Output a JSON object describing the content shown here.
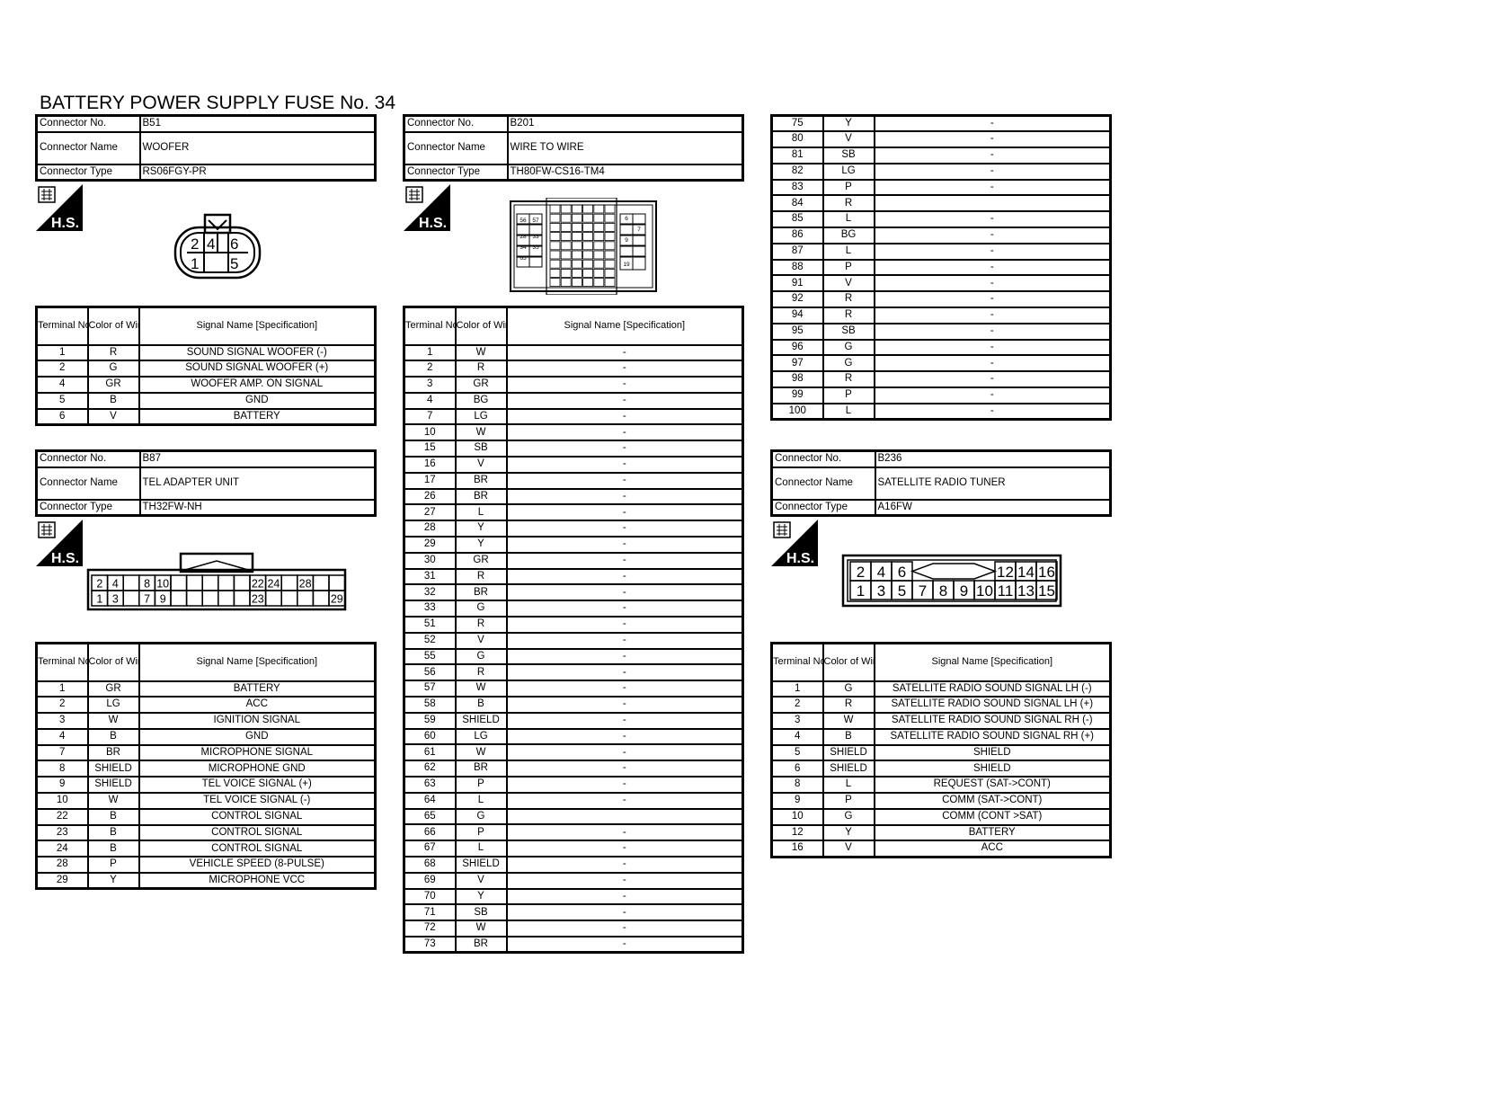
{
  "title": "BATTERY POWER SUPPLY FUSE No. 34",
  "labels": {
    "connector_no": "Connector No.",
    "connector_name": "Connector Name",
    "connector_type": "Connector Type",
    "terminal_no": "Terminal No.",
    "color_of_wire": "Color of Wire",
    "signal_name": "Signal Name [Specification]",
    "hs": "H.S."
  },
  "connectors": {
    "b51": {
      "no": "B51",
      "name": "WOOFER",
      "type": "RS06FGY-PR",
      "pins": [
        "2",
        "4",
        "6",
        "1",
        "5"
      ],
      "rows": [
        [
          "1",
          "R",
          "SOUND SIGNAL WOOFER (-)"
        ],
        [
          "2",
          "G",
          "SOUND SIGNAL WOOFER (+)"
        ],
        [
          "4",
          "GR",
          "WOOFER AMP. ON SIGNAL"
        ],
        [
          "5",
          "B",
          "GND"
        ],
        [
          "6",
          "V",
          "BATTERY"
        ]
      ]
    },
    "b87": {
      "no": "B87",
      "name": "TEL ADAPTER UNIT",
      "type": "TH32FW-NH",
      "pins_top": [
        "2",
        "4",
        "8",
        "10",
        "22",
        "24",
        "28"
      ],
      "pins_bottom": [
        "1",
        "3",
        "7",
        "9",
        "23",
        "29"
      ],
      "rows": [
        [
          "1",
          "GR",
          "BATTERY"
        ],
        [
          "2",
          "LG",
          "ACC"
        ],
        [
          "3",
          "W",
          "IGNITION SIGNAL"
        ],
        [
          "4",
          "B",
          "GND"
        ],
        [
          "7",
          "BR",
          "MICROPHONE SIGNAL"
        ],
        [
          "8",
          "SHIELD",
          "MICROPHONE GND"
        ],
        [
          "9",
          "SHIELD",
          "TEL VOICE SIGNAL (+)"
        ],
        [
          "10",
          "W",
          "TEL VOICE SIGNAL (-)"
        ],
        [
          "22",
          "B",
          "CONTROL SIGNAL"
        ],
        [
          "23",
          "B",
          "CONTROL SIGNAL"
        ],
        [
          "24",
          "B",
          "CONTROL SIGNAL"
        ],
        [
          "28",
          "P",
          "VEHICLE SPEED (8-PULSE)"
        ],
        [
          "29",
          "Y",
          "MICROPHONE VCC"
        ]
      ]
    },
    "b201": {
      "no": "B201",
      "name": "WIRE TO WIRE",
      "type": "TH80FW-CS16-TM4",
      "pins_left": [
        "56",
        "57",
        "28",
        "33",
        "34",
        "35",
        "65"
      ],
      "pins_right": [
        "6",
        "7",
        "9",
        "19"
      ],
      "rows": [
        [
          "1",
          "W",
          "-"
        ],
        [
          "2",
          "R",
          "-"
        ],
        [
          "3",
          "GR",
          "-"
        ],
        [
          "4",
          "BG",
          "-"
        ],
        [
          "7",
          "LG",
          "-"
        ],
        [
          "10",
          "W",
          "-"
        ],
        [
          "15",
          "SB",
          "-"
        ],
        [
          "16",
          "V",
          "-"
        ],
        [
          "17",
          "BR",
          "-"
        ],
        [
          "26",
          "BR",
          "-"
        ],
        [
          "27",
          "L",
          "-"
        ],
        [
          "28",
          "Y",
          "-"
        ],
        [
          "29",
          "Y",
          "-"
        ],
        [
          "30",
          "GR",
          "-"
        ],
        [
          "31",
          "R",
          "-"
        ],
        [
          "32",
          "BR",
          "-"
        ],
        [
          "33",
          "G",
          "-"
        ],
        [
          "51",
          "R",
          "-"
        ],
        [
          "52",
          "V",
          "-"
        ],
        [
          "55",
          "G",
          "-"
        ],
        [
          "56",
          "R",
          "-"
        ],
        [
          "57",
          "W",
          "-"
        ],
        [
          "58",
          "B",
          "-"
        ],
        [
          "59",
          "SHIELD",
          "-"
        ],
        [
          "60",
          "LG",
          "-"
        ],
        [
          "61",
          "W",
          "-"
        ],
        [
          "62",
          "BR",
          "-"
        ],
        [
          "63",
          "P",
          "-"
        ],
        [
          "64",
          "L",
          "-"
        ],
        [
          "65",
          "G",
          ""
        ],
        [
          "66",
          "P",
          "-"
        ],
        [
          "67",
          "L",
          "-"
        ],
        [
          "68",
          "SHIELD",
          "-"
        ],
        [
          "69",
          "V",
          "-"
        ],
        [
          "70",
          "Y",
          "-"
        ],
        [
          "71",
          "SB",
          "-"
        ],
        [
          "72",
          "W",
          "-"
        ],
        [
          "73",
          "BR",
          "-"
        ]
      ],
      "rows_cont": [
        [
          "75",
          "Y",
          "-"
        ],
        [
          "80",
          "V",
          "-"
        ],
        [
          "81",
          "SB",
          "-"
        ],
        [
          "82",
          "LG",
          "-"
        ],
        [
          "83",
          "P",
          "-"
        ],
        [
          "84",
          "R",
          ""
        ],
        [
          "85",
          "L",
          "-"
        ],
        [
          "86",
          "BG",
          "-"
        ],
        [
          "87",
          "L",
          "-"
        ],
        [
          "88",
          "P",
          "-"
        ],
        [
          "91",
          "V",
          "-"
        ],
        [
          "92",
          "R",
          "-"
        ],
        [
          "94",
          "R",
          "-"
        ],
        [
          "95",
          "SB",
          "-"
        ],
        [
          "96",
          "G",
          "-"
        ],
        [
          "97",
          "G",
          "-"
        ],
        [
          "98",
          "R",
          "-"
        ],
        [
          "99",
          "P",
          "-"
        ],
        [
          "100",
          "L",
          "-"
        ]
      ]
    },
    "b236": {
      "no": "B236",
      "name": "SATELLITE RADIO TUNER",
      "type": "A16FW",
      "pins_top_left": [
        "2",
        "4",
        "6"
      ],
      "pins_top_right": [
        "12",
        "14",
        "16"
      ],
      "pins_bottom": [
        "1",
        "3",
        "5",
        "7",
        "8",
        "9",
        "10",
        "11",
        "13",
        "15"
      ],
      "rows": [
        [
          "1",
          "G",
          "SATELLITE RADIO SOUND SIGNAL LH (-)"
        ],
        [
          "2",
          "R",
          "SATELLITE RADIO SOUND SIGNAL LH (+)"
        ],
        [
          "3",
          "W",
          "SATELLITE RADIO SOUND SIGNAL RH (-)"
        ],
        [
          "4",
          "B",
          "SATELLITE RADIO SOUND SIGNAL RH (+)"
        ],
        [
          "5",
          "SHIELD",
          "SHIELD"
        ],
        [
          "6",
          "SHIELD",
          "SHIELD"
        ],
        [
          "8",
          "L",
          "REQUEST (SAT->CONT)"
        ],
        [
          "9",
          "P",
          "COMM (SAT->CONT)"
        ],
        [
          "10",
          "G",
          "COMM (CONT >SAT)"
        ],
        [
          "12",
          "Y",
          "BATTERY"
        ],
        [
          "16",
          "V",
          "ACC"
        ]
      ]
    }
  }
}
